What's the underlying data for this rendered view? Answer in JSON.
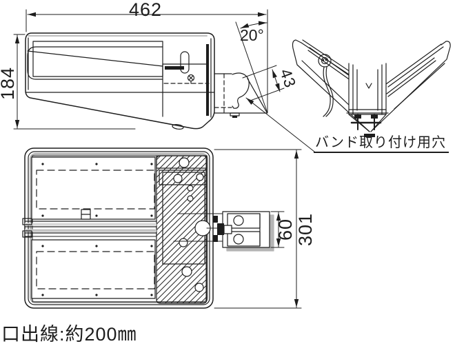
{
  "colors": {
    "line": "#1d1d1d",
    "shadow_gray": "#b5b5b5",
    "band_gray": "#d4d4d4",
    "background": "#ffffff"
  },
  "side_view": {
    "width_mm": "462",
    "height_mm": "184",
    "tilt_angle": "20°",
    "arm_width_mm": "43"
  },
  "rear_view": {
    "band_hole_label": "バンド取り付け用穴"
  },
  "plan_view": {
    "bracket_width_mm": "60",
    "depth_mm": "301"
  },
  "notes": {
    "lead_wire": "口出線:約200㎜"
  }
}
